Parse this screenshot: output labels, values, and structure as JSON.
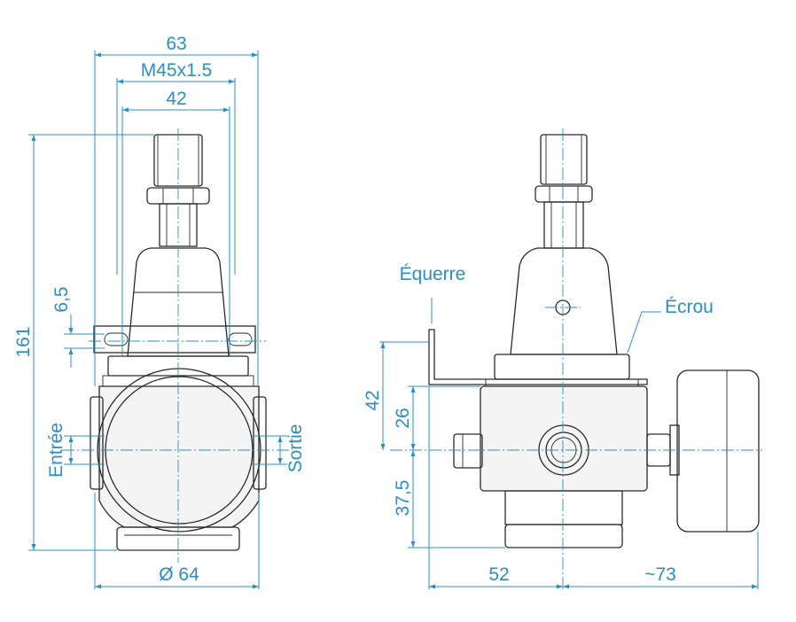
{
  "colors": {
    "dimension": "#2a8fc4",
    "outline": "#2a2a2a",
    "background": "#ffffff"
  },
  "front_view": {
    "width_top": "63",
    "thread": "M45x1.5",
    "width_inner": "42",
    "height_total": "161",
    "slot": "6,5",
    "inlet": "Entrée",
    "outlet": "Sortie",
    "diameter": "Ø 64"
  },
  "side_view": {
    "bracket": "Équerre",
    "nut": "Écrou",
    "height_42": "42",
    "height_26": "26",
    "height_37": "37,5",
    "width_52": "52",
    "width_73": "~73"
  }
}
